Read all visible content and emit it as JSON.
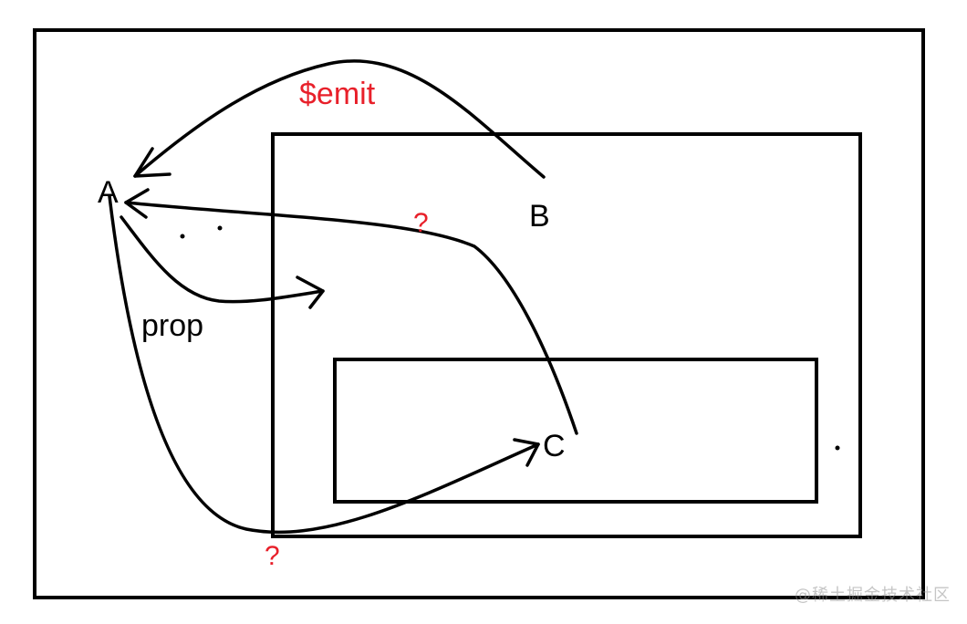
{
  "diagram": {
    "nodes": {
      "a": "A",
      "b": "B",
      "c": "C"
    },
    "labels": {
      "emit": "$emit",
      "prop": "prop",
      "question_top": "?",
      "question_bottom": "?"
    },
    "colors": {
      "stroke": "#000000",
      "accent": "#e8202a"
    }
  },
  "watermark": "@稀土掘金技术社区"
}
